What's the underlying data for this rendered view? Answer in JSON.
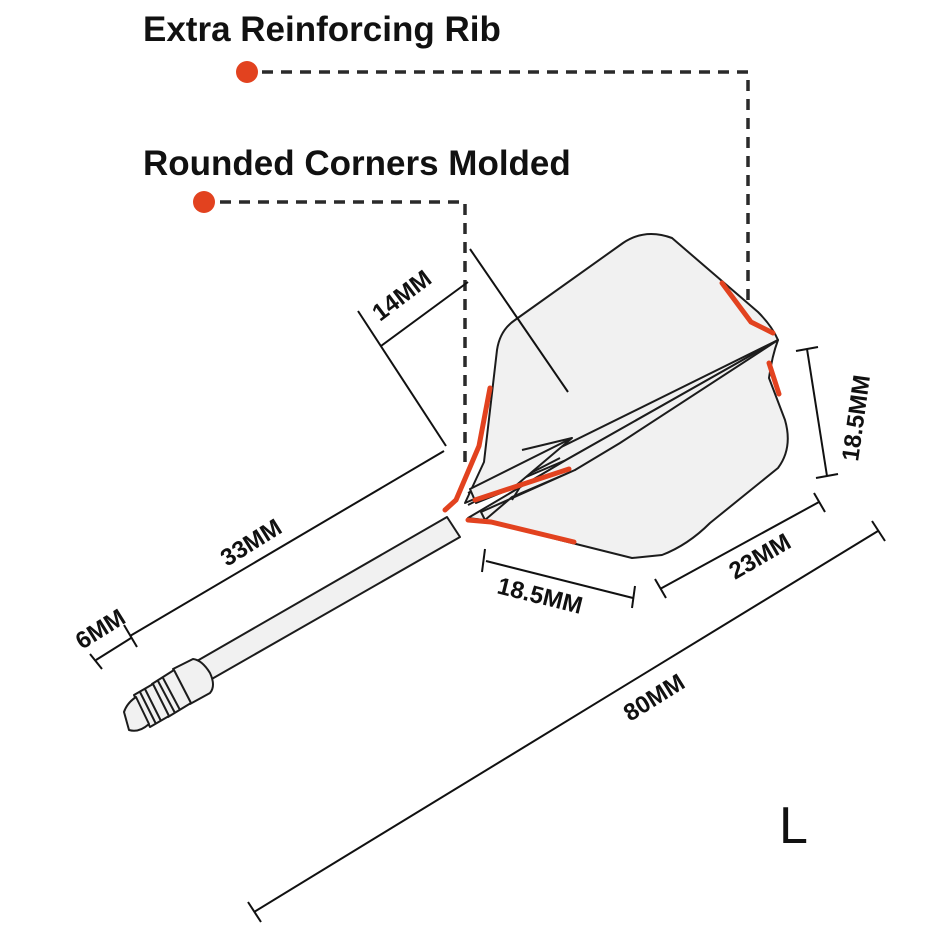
{
  "callouts": {
    "rib": "Extra Reinforcing Rib",
    "corners": "Rounded Corners Molded"
  },
  "dimensions": {
    "fin_depth": "14MM",
    "shaft_length": "33MM",
    "tip_length": "6MM",
    "flight_root": "18.5MM",
    "flight_tail": "23MM",
    "flight_width": "18.5MM",
    "overall_length": "80MM"
  },
  "size_label": "L",
  "colors": {
    "accent": "#e2421f",
    "outline": "#1c1c1c",
    "fill": "#f1f1f1",
    "text": "#111111"
  }
}
